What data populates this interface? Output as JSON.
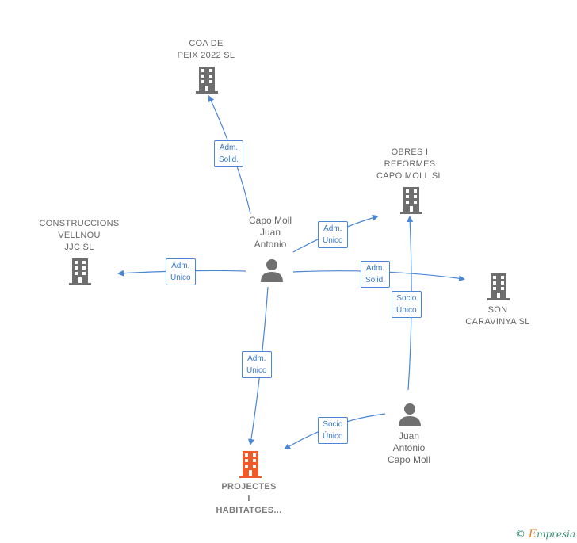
{
  "colors": {
    "company": "#6e6e6e",
    "focus_company": "#f05a28",
    "person": "#707070",
    "edge": "#4a86d4"
  },
  "nodes": {
    "coa": {
      "label_lines": [
        "COA DE",
        "PEIX 2022  SL"
      ],
      "icon": "building-icon"
    },
    "obres": {
      "label_lines": [
        "OBRES I",
        "REFORMES",
        "CAPO MOLL SL"
      ],
      "icon": "building-icon"
    },
    "construccions": {
      "label_lines": [
        "CONSTRUCCIONS",
        "VELLNOU",
        "JJC  SL"
      ],
      "icon": "building-icon"
    },
    "son": {
      "label_lines": [
        "SON",
        "CARAVINYA  SL"
      ],
      "icon": "building-icon"
    },
    "projectes": {
      "label_lines": [
        "PROJECTES",
        "I",
        "HABITATGES..."
      ],
      "icon": "building-icon"
    },
    "capo_moll": {
      "label_lines": [
        "Capo Moll",
        "Juan",
        "Antonio"
      ],
      "icon": "person-icon"
    },
    "juan_antonio": {
      "label_lines": [
        "Juan",
        "Antonio",
        "Capo Moll"
      ],
      "icon": "person-icon"
    }
  },
  "edges": {
    "to_coa": {
      "lines": [
        "Adm.",
        "Solid."
      ]
    },
    "to_obres": {
      "lines": [
        "Adm.",
        "Unico"
      ]
    },
    "to_construccions": {
      "lines": [
        "Adm.",
        "Unico"
      ]
    },
    "to_son": {
      "lines": [
        "Adm.",
        "Solid."
      ]
    },
    "to_projectes": {
      "lines": [
        "Adm.",
        "Unico"
      ]
    },
    "socio_obres": {
      "lines": [
        "Socio",
        "Único"
      ]
    },
    "socio_projectes": {
      "lines": [
        "Socio",
        "Único"
      ]
    }
  },
  "brand": {
    "copyright": "©",
    "name_first": "E",
    "name_rest": "mpresia"
  }
}
